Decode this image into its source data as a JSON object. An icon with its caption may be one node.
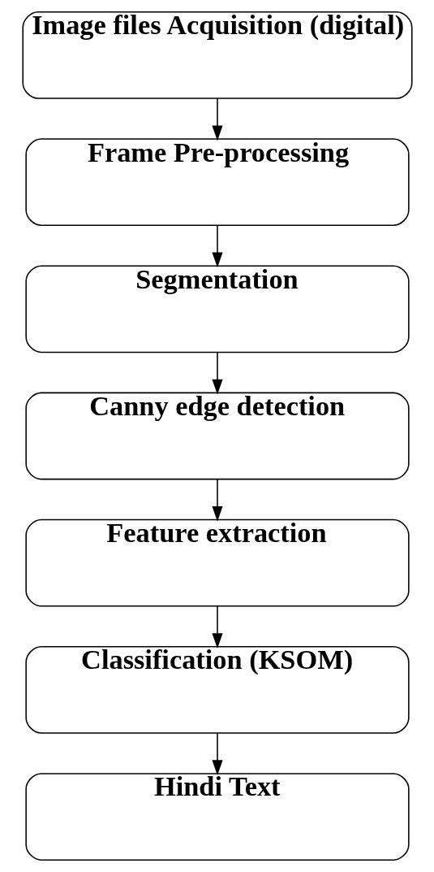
{
  "diagram": {
    "nodes": [
      {
        "text": [
          "Image files Acquisition (digital)"
        ]
      },
      {
        "text": [
          "Frame Pre-processing"
        ]
      },
      {
        "text": [
          "Segmentation"
        ]
      },
      {
        "text": [
          "Canny edge detection"
        ]
      },
      {
        "text": [
          "Feature extraction"
        ]
      },
      {
        "text": [
          "Classification (KSOM)"
        ]
      },
      {
        "text": [
          "Hindi Text"
        ]
      }
    ],
    "edges": [
      {
        "from": 0,
        "to": 1,
        "arrow": "to"
      },
      {
        "from": 1,
        "to": 2,
        "arrow": "to"
      },
      {
        "from": 2,
        "to": 3,
        "arrow": "to"
      },
      {
        "from": 3,
        "to": 4,
        "arrow": "to"
      },
      {
        "from": 4,
        "to": 5,
        "arrow": "to"
      },
      {
        "from": 5,
        "to": 6,
        "arrow": "to"
      }
    ]
  }
}
